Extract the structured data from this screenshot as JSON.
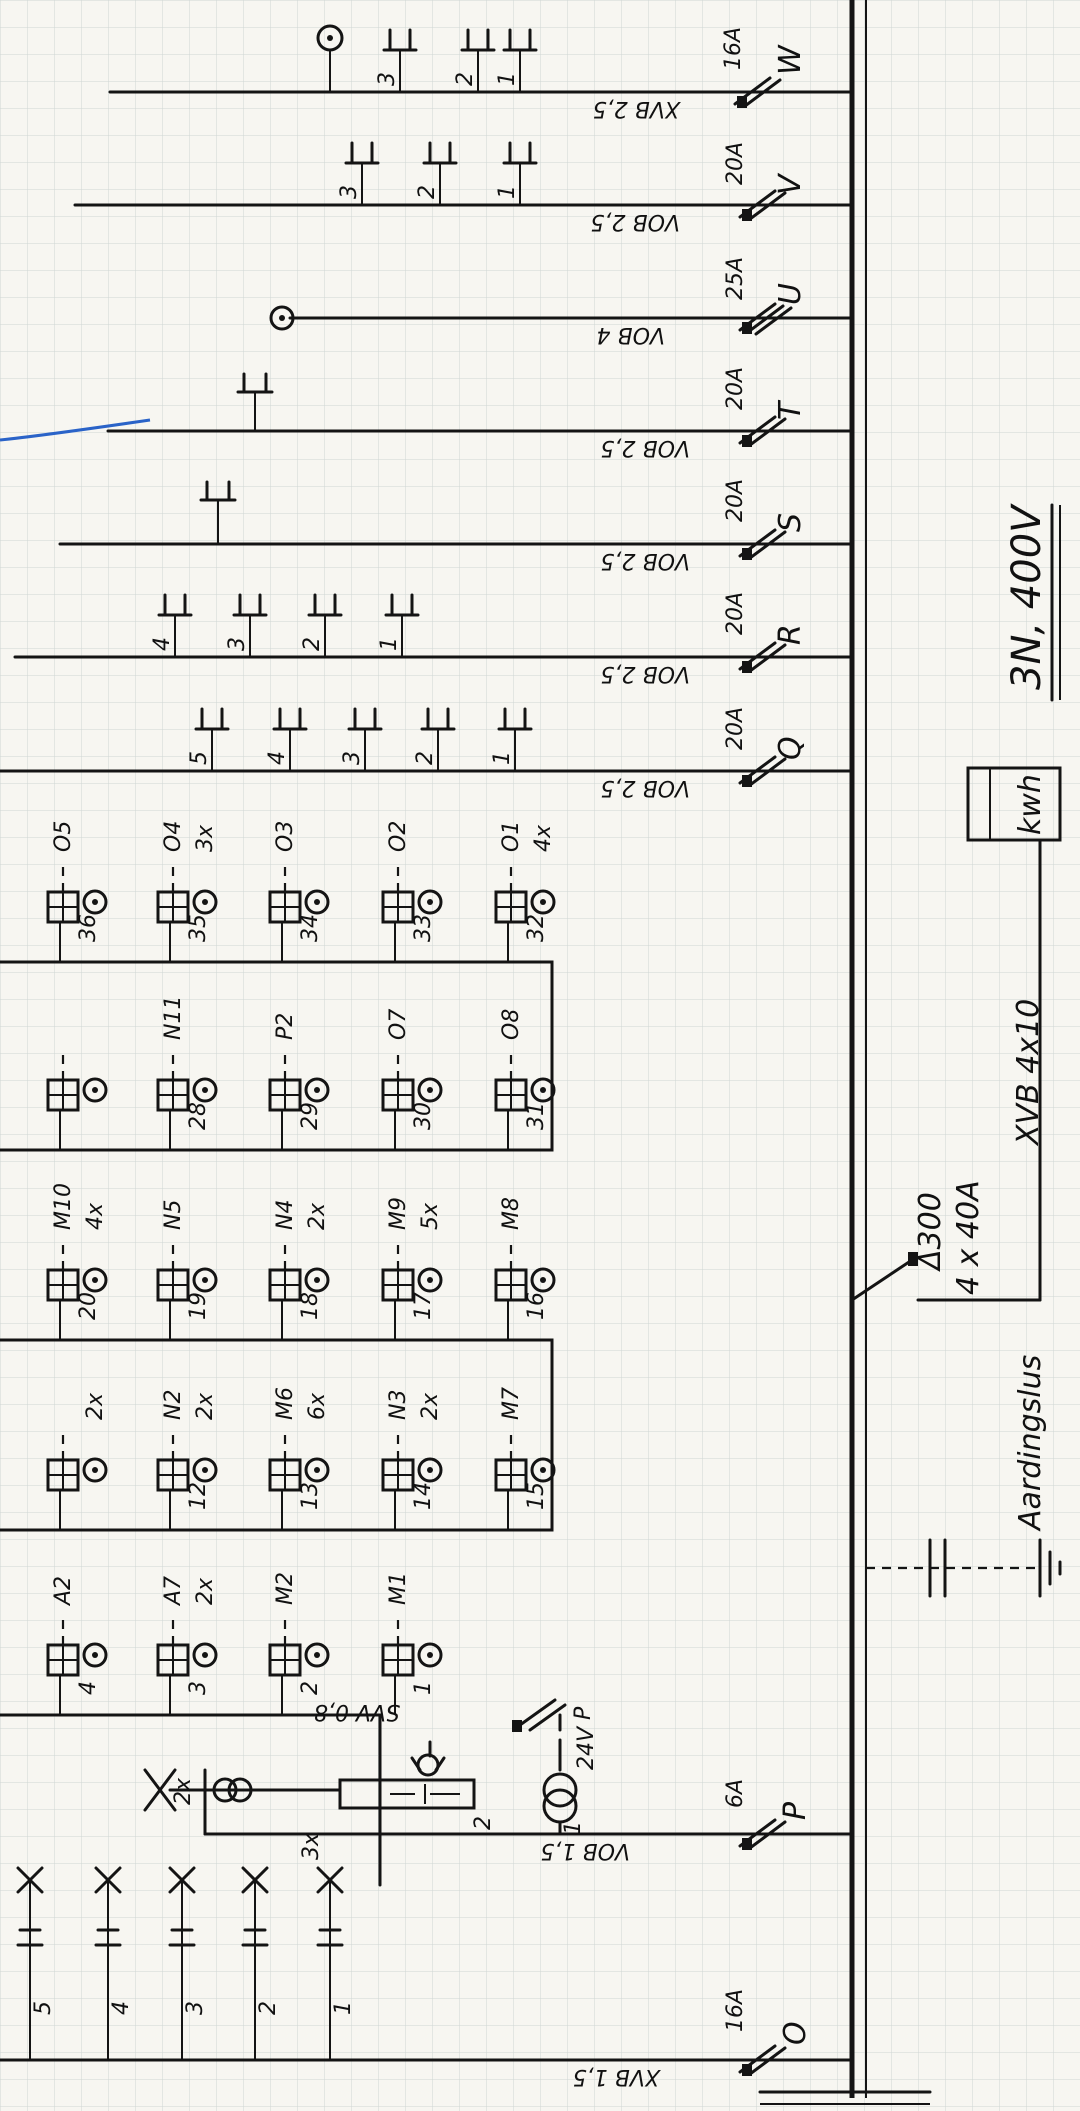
{
  "colors": {
    "ink": "#141414",
    "paper": "#f7f6f1",
    "grid": "#cfd6d4",
    "pen": "#2a63c8"
  },
  "rails": [
    {
      "id": "W",
      "rating": "16A",
      "cable": "XVB 2,5"
    },
    {
      "id": "V",
      "rating": "20A",
      "cable": "VOB 2,5"
    },
    {
      "id": "U",
      "rating": "25A",
      "cable": "VOB 4"
    },
    {
      "id": "T",
      "rating": "20A",
      "cable": "VOB 2,5"
    },
    {
      "id": "S",
      "rating": "20A",
      "cable": "VOB 2,5"
    },
    {
      "id": "R",
      "rating": "20A",
      "cable": "VOB 2,5"
    },
    {
      "id": "Q",
      "rating": "20A",
      "cable": "VOB 2,5"
    },
    {
      "id": "P",
      "rating": "6A",
      "cable": "VOB 1,5"
    },
    {
      "id": "O",
      "rating": "16A",
      "cable": "XVB 1,5"
    }
  ],
  "outlets": {
    "W": [
      "3",
      "2",
      "1"
    ],
    "V": [
      "3",
      "2",
      "1"
    ],
    "R": [
      "4",
      "3",
      "2",
      "1"
    ],
    "Q": [
      "5",
      "4",
      "3",
      "2",
      "1"
    ]
  },
  "groups": [
    {
      "nums": [
        "36",
        "35",
        "34",
        "33",
        "32"
      ],
      "tags": [
        "O5",
        "O4",
        "O3",
        "O2",
        "O1"
      ],
      "mult": [
        "",
        "3x",
        "",
        "",
        "4x"
      ]
    },
    {
      "nums": [
        "",
        "28",
        "29",
        "30",
        "31"
      ],
      "tags": [
        "",
        "N11",
        "P2",
        "O7",
        "O8"
      ],
      "mult": [
        "",
        "",
        "",
        "",
        ""
      ]
    },
    {
      "nums": [
        "20",
        "19",
        "18",
        "17",
        "16"
      ],
      "tags": [
        "M10",
        "N5",
        "N4",
        "M9",
        "M8"
      ],
      "mult": [
        "4x",
        "",
        "2x",
        "5x",
        ""
      ]
    },
    {
      "nums": [
        "",
        "12",
        "13",
        "14",
        "15"
      ],
      "tags": [
        "",
        "N2",
        "M6",
        "N3",
        "M7"
      ],
      "mult": [
        "2x",
        "2x",
        "6x",
        "2x",
        ""
      ]
    },
    {
      "nums": [
        "4",
        "3",
        "2",
        "1"
      ],
      "tags": [
        "A2",
        "A7",
        "M2",
        "M1"
      ],
      "mult": [
        "",
        "2x",
        "",
        ""
      ]
    }
  ],
  "control": {
    "cable": "SVV 0,8",
    "ctrl_fuse": "P",
    "voltage": "24V",
    "term1": "1",
    "term2": "2",
    "bell_mult": "2x"
  },
  "switches": {
    "labels": [
      "5",
      "4",
      "3",
      "2",
      "1"
    ],
    "mult": "3x"
  },
  "supply": {
    "rcd": "Δ300",
    "breaker": "4 x 40A",
    "cable": "XVB 4x10",
    "meter": "kwh",
    "system": "3N, 400V",
    "earth": "Aardingslus"
  }
}
